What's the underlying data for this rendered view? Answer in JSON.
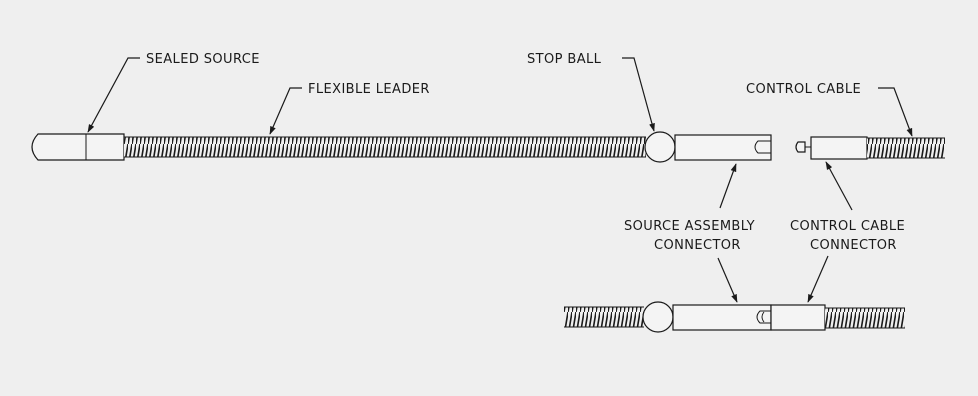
{
  "labels": {
    "sealed_source": "SEALED SOURCE",
    "flexible_leader": "FLEXIBLE LEADER",
    "stop_ball": "STOP BALL",
    "control_cable": "CONTROL CABLE",
    "source_assembly_connector_1": "SOURCE ASSEMBLY",
    "source_assembly_connector_2": "CONNECTOR",
    "control_cable_connector_1": "CONTROL CABLE",
    "control_cable_connector_2": "CONNECTOR"
  },
  "colors": {
    "background": "#efefef",
    "ink": "#1a1a1a"
  }
}
